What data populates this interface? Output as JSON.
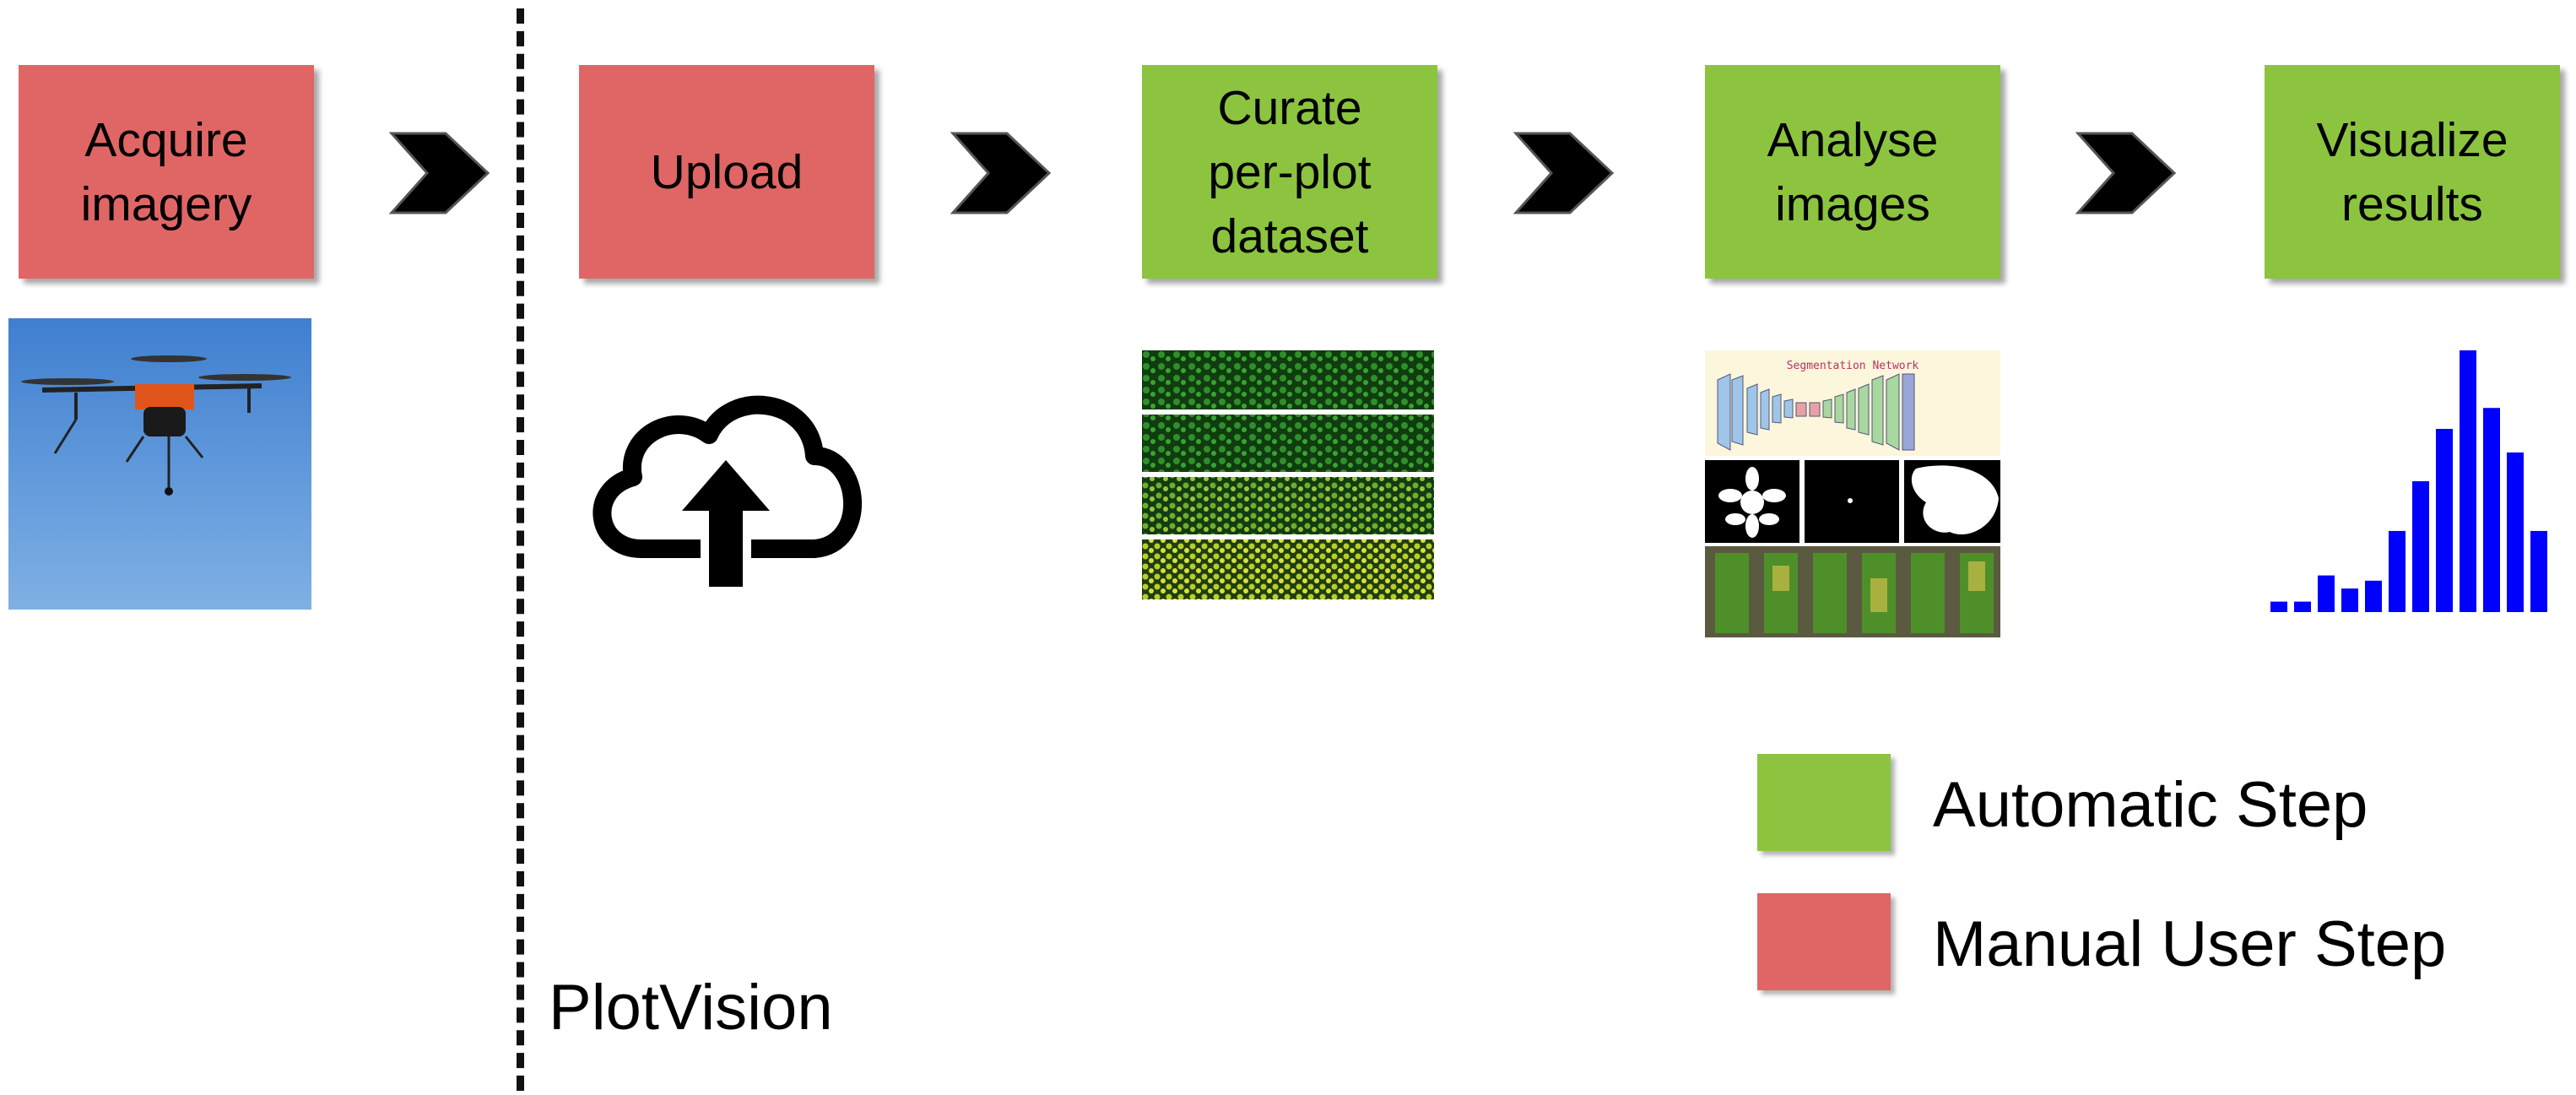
{
  "colors": {
    "manual": "#e06666",
    "automatic": "#8cc440",
    "histogram_bar": "#0000ff"
  },
  "steps": [
    {
      "label": "Acquire\nimagery",
      "kind": "manual"
    },
    {
      "label": "Upload",
      "kind": "manual"
    },
    {
      "label": "Curate\nper-plot\ndataset",
      "kind": "automatic"
    },
    {
      "label": "Analyse\nimages",
      "kind": "automatic"
    },
    {
      "label": "Visualize\nresults",
      "kind": "automatic"
    }
  ],
  "icons": {
    "drone": "drone-photo-icon",
    "upload": "cloud-upload-icon",
    "dataset": "plot-strips-image-icon",
    "analysis": "segmentation-network-image-icon",
    "results": "histogram-icon",
    "arrow": "chevron-right-icon"
  },
  "analysis_image_title": "Segmentation Network",
  "histogram": {
    "relative_heights": [
      0.04,
      0.04,
      0.14,
      0.09,
      0.12,
      0.31,
      0.5,
      0.7,
      1.0,
      0.78,
      0.61,
      0.31
    ]
  },
  "platform_label": "PlotVision",
  "legend": [
    {
      "label": "Automatic Step",
      "kind": "automatic"
    },
    {
      "label": "Manual User Step",
      "kind": "manual"
    }
  ]
}
